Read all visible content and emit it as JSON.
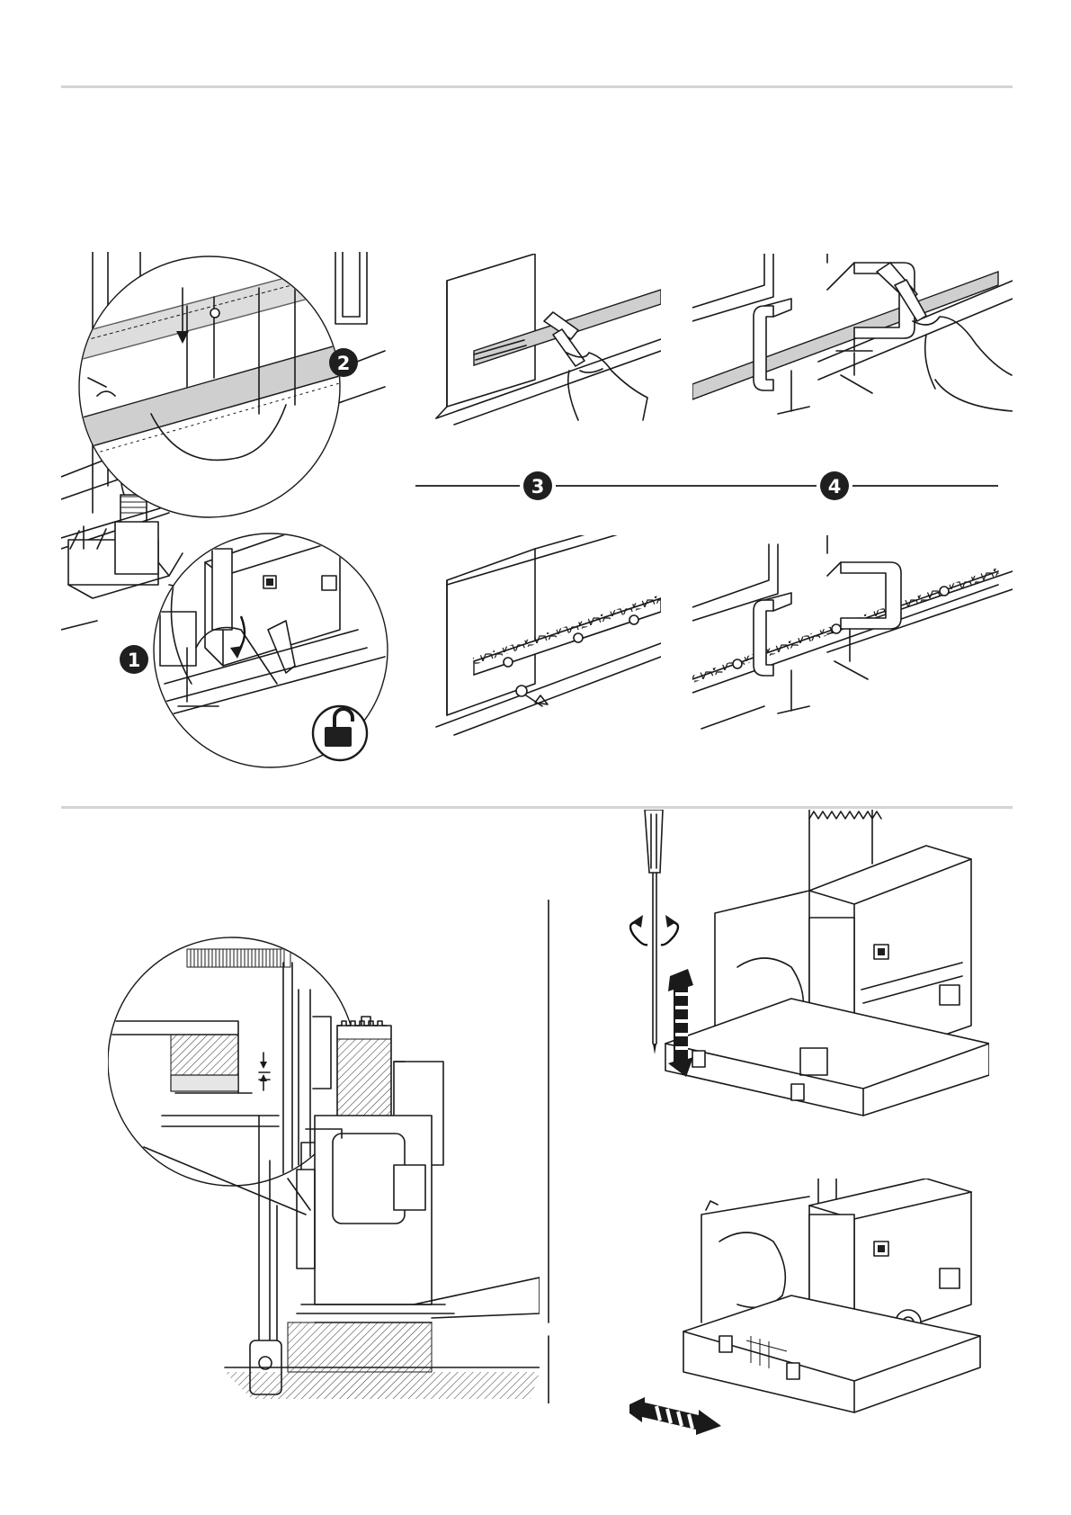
{
  "step_badges": [
    {
      "label": "1"
    },
    {
      "label": "2"
    },
    {
      "label": "3"
    },
    {
      "label": "4"
    }
  ],
  "icons": {
    "unlock": "unlocked-padlock-icon",
    "rotate": "rotate-arrows-icon",
    "vertical_adjust": "double-arrow-vertical-icon",
    "horizontal_adjust": "double-arrow-horizontal-icon"
  },
  "colors": {
    "line": "#1a1a1a",
    "rule": "#d4d4d4",
    "rack_fill": "#cfcfcf",
    "badge_fill": "#1f1f1f"
  }
}
